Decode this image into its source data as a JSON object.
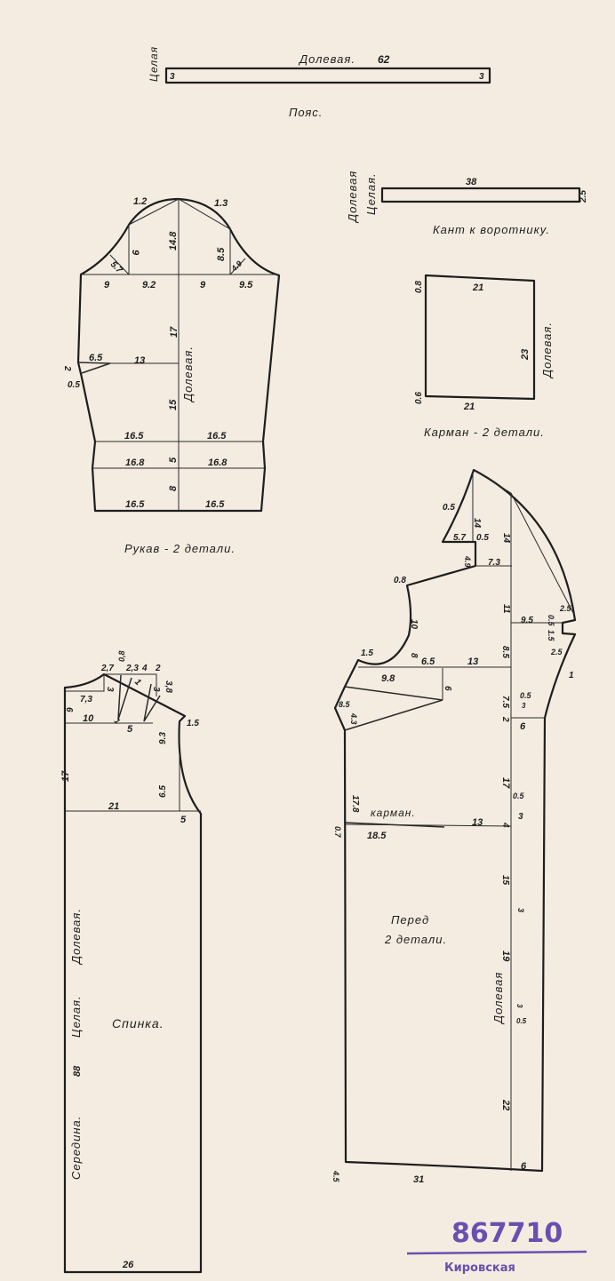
{
  "belt": {
    "title": "Пояс.",
    "grain": "Долевая.",
    "length": "62",
    "width_left": "3",
    "width_right": "3",
    "fold": "Целая"
  },
  "collar_piping": {
    "title": "Кант к воротнику.",
    "length": "38",
    "width": "2.5",
    "grain": "Долевая",
    "fold": "Целая."
  },
  "pocket": {
    "title": "Карман - 2 детали.",
    "top_offset": "0.8",
    "top_width": "21",
    "height": "23",
    "grain": "Долевая.",
    "bottom_offset": "0.6",
    "bottom_width": "21"
  },
  "sleeve": {
    "title": "Рукав - 2 детали.",
    "labels": [
      "1.2",
      "1.3",
      "9",
      "14.8",
      "8.5",
      "5.7",
      "4.9",
      "9",
      "9.2",
      "9",
      "9.5",
      "17",
      "Долевая.",
      "6.5",
      "13",
      "2",
      "0.5",
      "15",
      "16.5",
      "16.5",
      "5",
      "16.8",
      "16.8",
      "8",
      "16.5",
      "16.5"
    ]
  },
  "back": {
    "title": "Спинка.",
    "side_text": [
      "Середина.",
      "88",
      "Целая.",
      "Долевая."
    ],
    "labels": [
      "2,7",
      "0,8",
      "2,3",
      "4",
      "2",
      "3",
      "1",
      "3",
      "3,8",
      "7,3",
      "6",
      "10",
      "1",
      "5",
      "1.5",
      "9.3",
      "17",
      "21",
      "6.5",
      "5",
      "26"
    ]
  },
  "front": {
    "title": "Перед",
    "subtitle": "2 детали.",
    "pocket_label": "карман.",
    "grain": "Долевая",
    "labels": [
      "0.5",
      "14",
      "14",
      "5.7",
      "0.5",
      "4.9",
      "7.3",
      "0.8",
      "10",
      "11",
      "8",
      "9.5",
      "0.5",
      "2.5",
      "1.5",
      "2.5",
      "8.5",
      "1",
      "1.5",
      "6.5",
      "13",
      "9.8",
      "6",
      "8.5",
      "4.3",
      "7.5",
      "2",
      "0.5",
      "3",
      "6",
      "17",
      "17.8",
      "0.5",
      "3",
      "4",
      "13",
      "0.7",
      "18.5",
      "15",
      "3",
      "19",
      "3",
      "0.5",
      "22",
      "4.5",
      "6",
      "31"
    ]
  },
  "stamp": {
    "number": "867710",
    "library": "Кировская"
  },
  "colors": {
    "paper": "#f4ece1",
    "ink": "#1e1e1e",
    "stamp": "#6a4fb0"
  }
}
